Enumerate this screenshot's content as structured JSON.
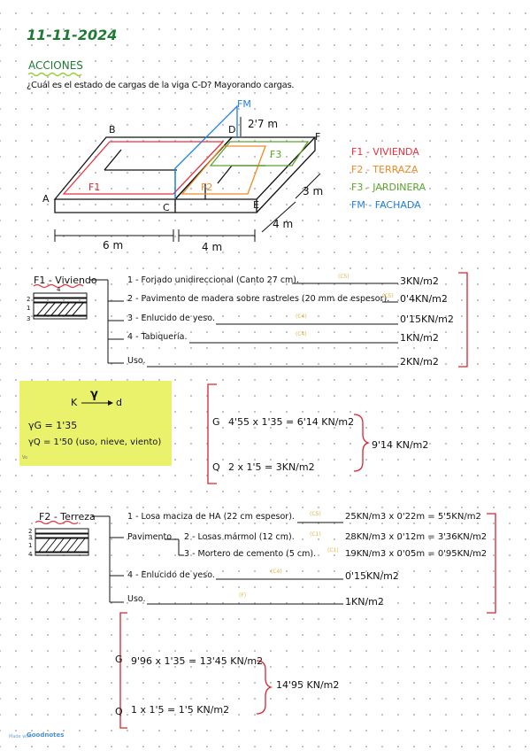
{
  "date": "11-11-2024",
  "section_title": "ACCIONES",
  "question": "¿Cuál es el estado de cargas de la viga C-D? Mayorando cargas.",
  "diagram": {
    "points": {
      "A": "A",
      "B": "B",
      "C": "C",
      "D": "D",
      "E": "E",
      "F": "F"
    },
    "areas": {
      "f1": "F1",
      "f2": "F2",
      "f3": "F3",
      "fm": "FM"
    },
    "dims": {
      "h": "2'7 m",
      "w1": "6 m",
      "w2": "4 m",
      "d1": "4 m",
      "d2": "3 m"
    },
    "legend": [
      {
        "label": "F1 - VIVIENDA",
        "color": "#e5333d"
      },
      {
        "label": "F2 - TERRAZA",
        "color": "#f08a24"
      },
      {
        "label": "F3 - JARDINERA",
        "color": "#5aa52a"
      },
      {
        "label": "FM - FACHADA",
        "color": "#1f7fe0"
      }
    ]
  },
  "f1": {
    "title": "F1 - Viviendo",
    "icon_numbers": [
      "4",
      "2",
      "1",
      "3"
    ],
    "rows": [
      {
        "label": "1 - Forjado unidireccional (Canto 27 cm).",
        "note": "(C5)",
        "value": "3KN/m2"
      },
      {
        "label": "2 - Pavimento de madera sobre rastreles (20 mm de espesor).",
        "note": "(C5)",
        "value": "0'4KN/m2"
      },
      {
        "label": "3 - Enlucido de yeso.",
        "note": "(C4)",
        "value": "0'15KN/m2"
      },
      {
        "label": "4 - Tabiquería.",
        "note": "(C4)",
        "value": "1KN/m2"
      },
      {
        "label": "Uso.",
        "note": "",
        "value": "2KN/m2"
      }
    ]
  },
  "coef": {
    "arrow_top": "γ",
    "arrow_left": "K",
    "arrow_right": "d",
    "g_label": "γG = 1'35",
    "q_label": "γQ = 1'50 (uso, nieve, viento)",
    "tiny": "Vo"
  },
  "f1_calc": {
    "g_letter": "G",
    "q_letter": "Q",
    "g": "4'55 x 1'35 = 6'14 KN/m2",
    "q": "2 x 1'5 = 3KN/m2",
    "total": "9'14 KN/m2"
  },
  "f2": {
    "title": "F2 - Terreza",
    "icon_numbers": [
      "2",
      "3",
      "1",
      "4"
    ],
    "rows": [
      {
        "label": "1 - Losa maciza de HA (22 cm espesor).",
        "note": "(C5)",
        "value": "25KN/m3 x 0'22m = 5'5KN/m2"
      },
      {
        "label": "Pavimento",
        "note": "",
        "value": ""
      },
      {
        "label": "2 - Losas mármol (12 cm).",
        "note": "(C1)",
        "value": "28KN/m3 x 0'12m = 3'36KN/m2"
      },
      {
        "label": "3 - Mortero de cemento (5 cm).",
        "note": "(C1)",
        "value": "19KN/m3 x 0'05m = 0'95KN/m2"
      },
      {
        "label": "4 - Enlucido de yeso.",
        "note": "(C4)",
        "value": "0'15KN/m2"
      },
      {
        "label": "Uso.",
        "note": "(F)",
        "value": "1KN/m2"
      }
    ]
  },
  "f2_calc": {
    "g_letter": "G",
    "q_letter": "Q",
    "g": "9'96 x 1'35 = 13'45 KN/m2",
    "q": "1 x 1'5 = 1'5 KN/m2",
    "total": "14'95 KN/m2"
  },
  "footer": {
    "made_with": "Made with",
    "brand": "Goodnotes"
  }
}
